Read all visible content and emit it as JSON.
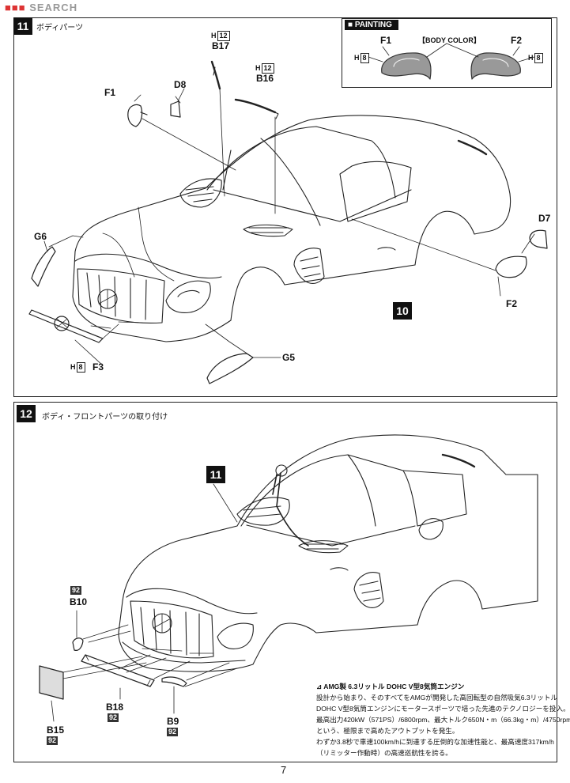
{
  "watermark": "SEARCH",
  "step11": {
    "number": "11",
    "title": "ボディパーツ",
    "painting": {
      "header": "PAINTING",
      "body_color": "【BODY COLOR】",
      "left_part": "F1",
      "right_part": "F2",
      "left_color": "H",
      "left_color_num": "8",
      "right_color": "H",
      "right_color_num": "8"
    },
    "parts": {
      "b17": "B17",
      "b17_color": "H",
      "b17_color_num": "12",
      "b16": "B16",
      "b16_color": "H",
      "b16_color_num": "12",
      "f1": "F1",
      "d8": "D8",
      "g6": "G6",
      "d7": "D7",
      "f2": "F2",
      "f3": "F3",
      "f3_color": "H",
      "f3_color_num": "8",
      "g5": "G5"
    },
    "ref_step": "10"
  },
  "step12": {
    "number": "12",
    "title": "ボディ・フロントパーツの取り付け",
    "ref_step": "11",
    "parts": {
      "b10": "B10",
      "b10_num": "92",
      "b18": "B18",
      "b18_num": "92",
      "b9": "B9",
      "b9_num": "92",
      "b15": "B15",
      "b15_num": "92"
    },
    "note": {
      "heading": "AMG製 6.3リットル DOHC V型8気筒エンジン",
      "lines": [
        "設計から始まり、そのすべてをAMGが開発した高回転型の自然吸気6.3リットル",
        "DOHC V型8気筒エンジンにモータースポーツで培った先進のテクノロジーを投入。",
        "最高出力420kW（571PS）/6800rpm、最大トルク650N・m（66.3kg・m）/4750rpm",
        "という、極限まで高めたアウトプットを発生。",
        "わずか3.8秒で車速100km/hに到達する圧倒的な加速性能と、最高速度317km/h",
        "（リミッター作動時）の高速巡航性を誇る。"
      ]
    }
  },
  "page_number": "7"
}
